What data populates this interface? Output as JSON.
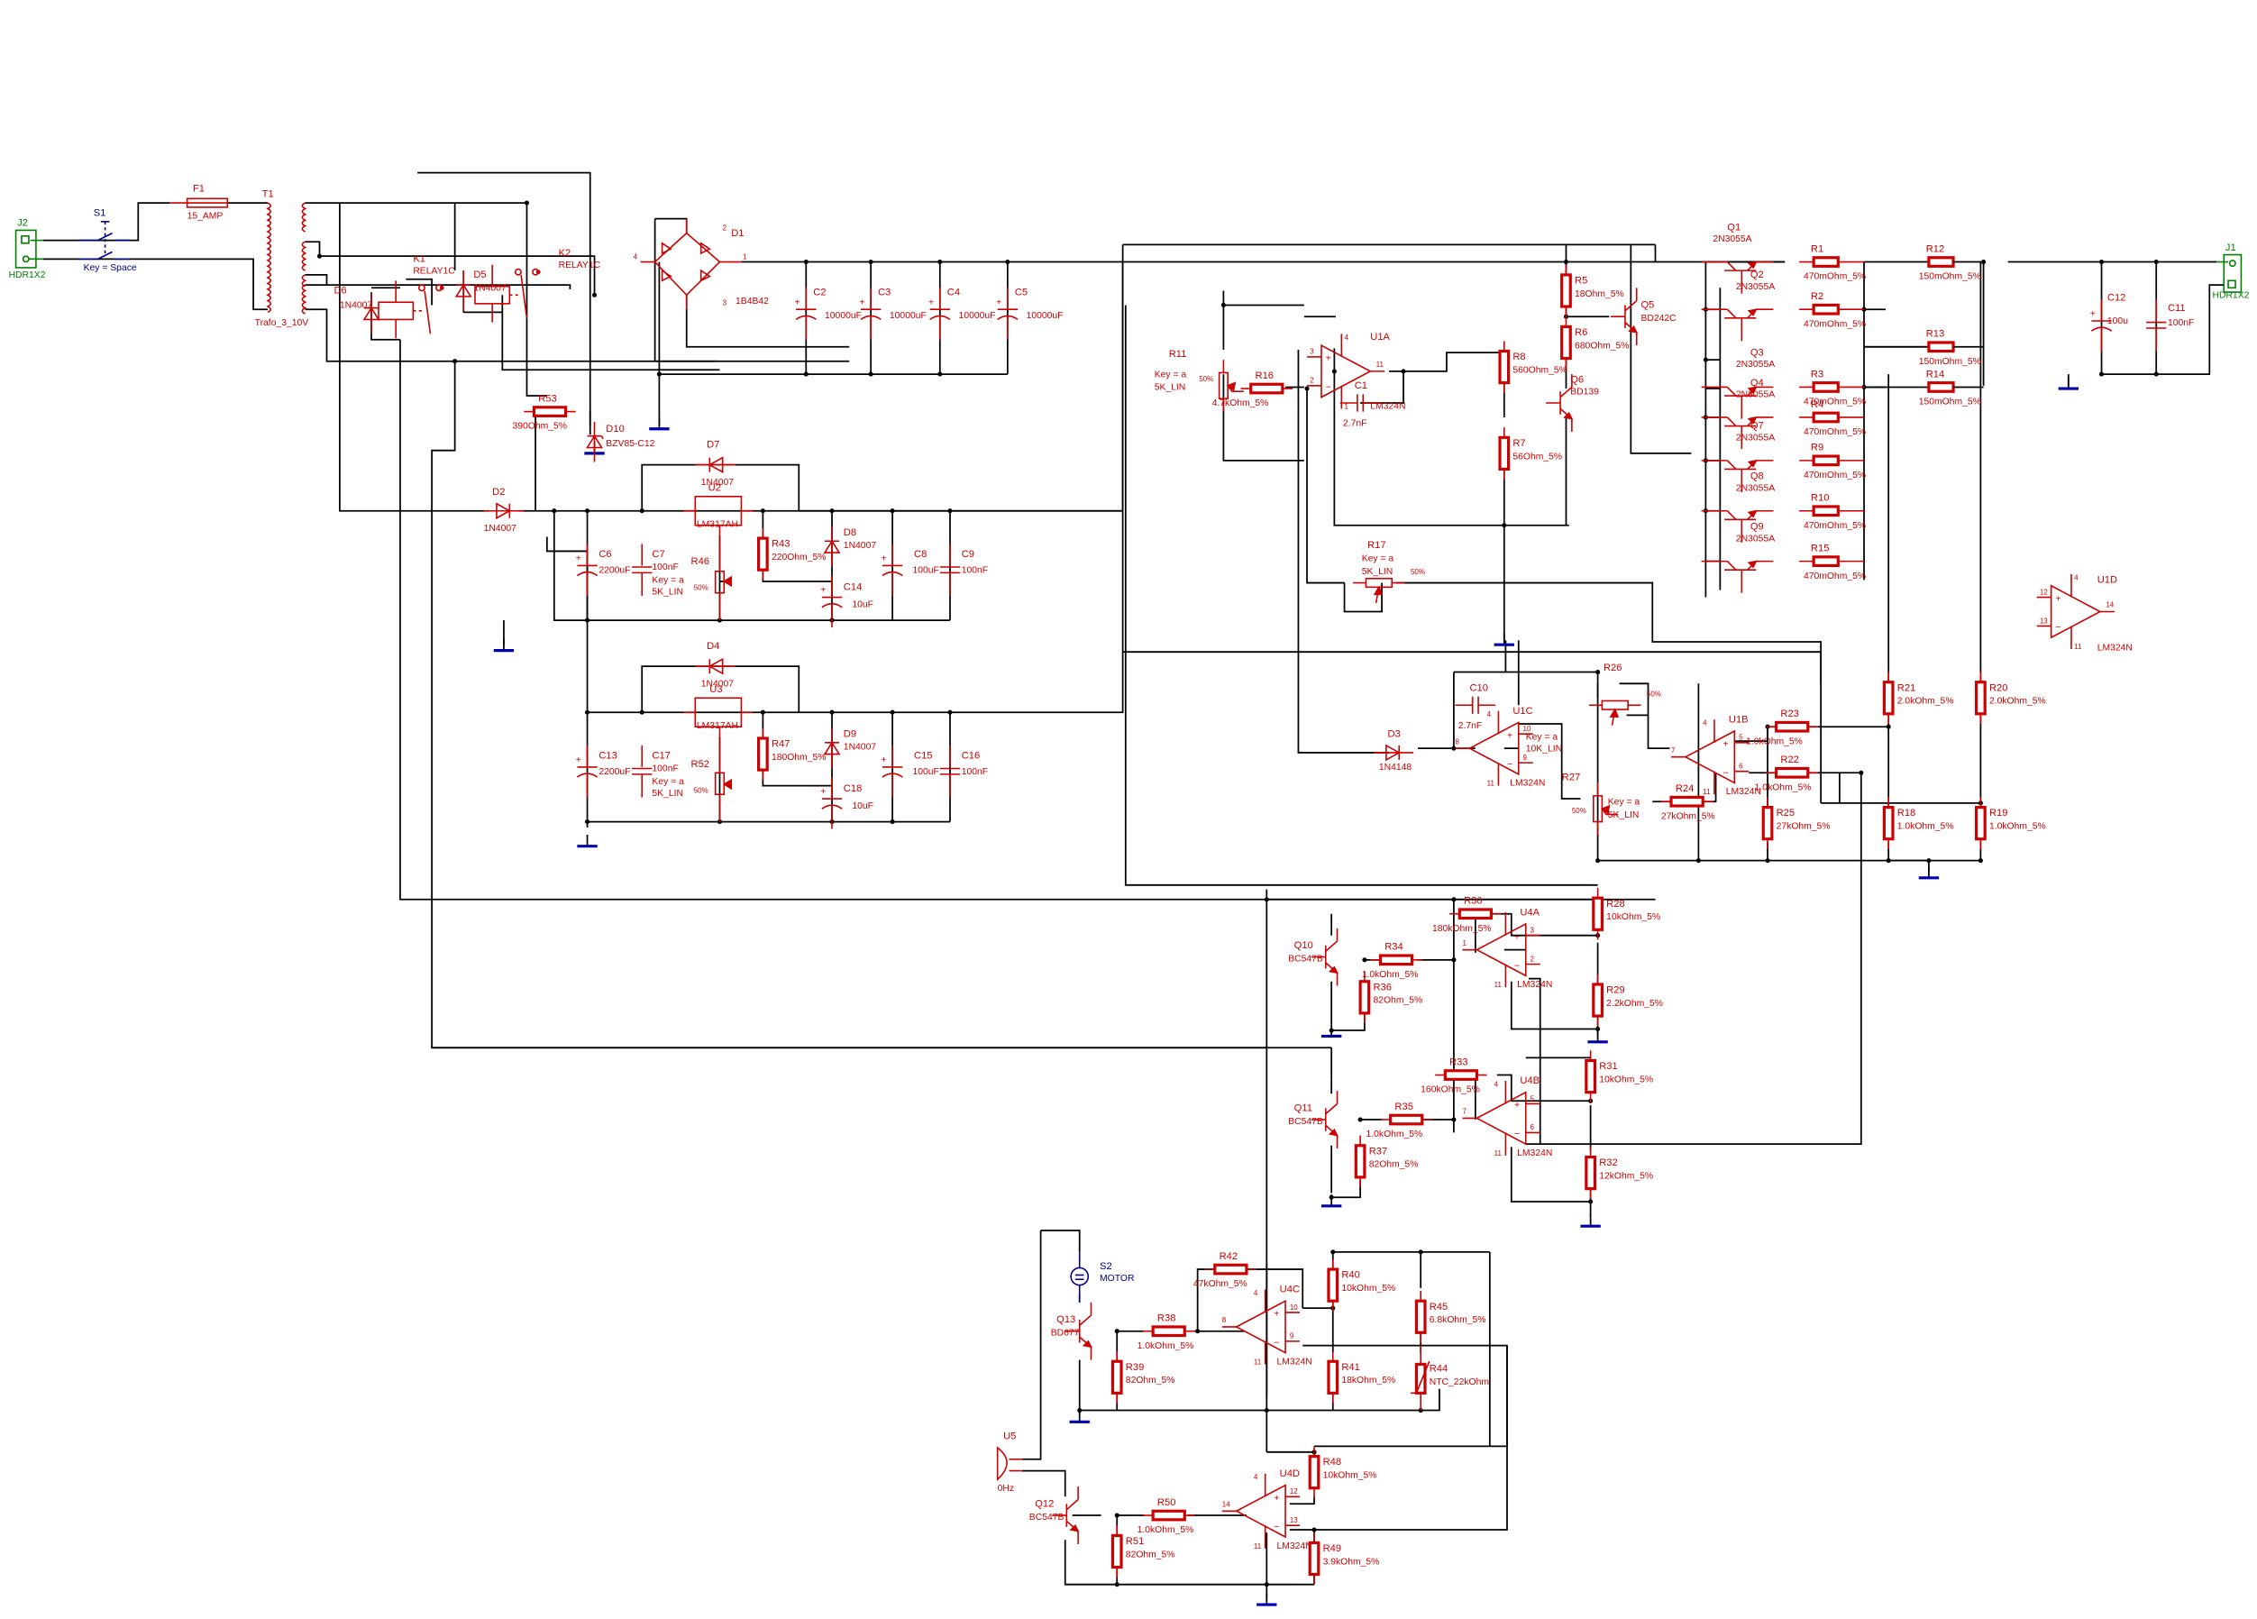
{
  "title": "Lab power supply schematic",
  "colors": {
    "component": "#cc0000",
    "wire": "#000000",
    "ground": "#0000aa",
    "connector": "#008000",
    "switch": "#00008b"
  },
  "input": {
    "J2": {
      "ref": "J2",
      "value": "HDR1X2"
    },
    "S1": {
      "ref": "S1",
      "value": "Key = Space"
    },
    "F1": {
      "ref": "F1",
      "value": "15_AMP"
    },
    "T1": {
      "ref": "T1",
      "value": "Trafo_3_10V"
    },
    "K1": {
      "ref": "K1",
      "value": "RELAY1C"
    },
    "K2": {
      "ref": "K2",
      "value": "RELAY1C"
    },
    "D5": {
      "ref": "D5",
      "value": "1N4007"
    },
    "D6": {
      "ref": "D6",
      "value": "1N4007"
    },
    "D1": {
      "ref": "D1",
      "value": "1B4B42",
      "pins": [
        "1",
        "2",
        "3",
        "4"
      ]
    },
    "R53": {
      "ref": "R53",
      "value": "390Ohm_5%"
    },
    "D10": {
      "ref": "D10",
      "value": "BZV85-C12"
    },
    "D2": {
      "ref": "D2",
      "value": "1N4007"
    }
  },
  "bulk_caps": [
    {
      "ref": "C2",
      "value": "10000uF"
    },
    {
      "ref": "C3",
      "value": "10000uF"
    },
    {
      "ref": "C4",
      "value": "10000uF"
    },
    {
      "ref": "C5",
      "value": "10000uF"
    }
  ],
  "regulator1": {
    "D7": {
      "ref": "D7",
      "value": "1N4007"
    },
    "U2": {
      "ref": "U2",
      "value": "LM317AH"
    },
    "C6": {
      "ref": "C6",
      "value": "2200uF"
    },
    "C7": {
      "ref": "C7",
      "value": "100nF"
    },
    "R46": {
      "ref": "R46",
      "key": "Key = a",
      "value": "5K_LIN",
      "pct": "50%"
    },
    "R43": {
      "ref": "R43",
      "value": "220Ohm_5%"
    },
    "D8": {
      "ref": "D8",
      "value": "1N4007"
    },
    "C14": {
      "ref": "C14",
      "value": "10uF"
    },
    "C8": {
      "ref": "C8",
      "value": "100uF"
    },
    "C9": {
      "ref": "C9",
      "value": "100nF"
    }
  },
  "regulator2": {
    "D4": {
      "ref": "D4",
      "value": "1N4007"
    },
    "U3": {
      "ref": "U3",
      "value": "LM317AH"
    },
    "C13": {
      "ref": "C13",
      "value": "2200uF"
    },
    "C17": {
      "ref": "C17",
      "value": "100nF"
    },
    "R52": {
      "ref": "R52",
      "key": "Key = a",
      "value": "5K_LIN",
      "pct": "50%"
    },
    "R47": {
      "ref": "R47",
      "value": "180Ohm_5%"
    },
    "D9": {
      "ref": "D9",
      "value": "1N4007"
    },
    "C18": {
      "ref": "C18",
      "value": "10uF"
    },
    "C15": {
      "ref": "C15",
      "value": "100uF"
    },
    "C16": {
      "ref": "C16",
      "value": "100nF"
    }
  },
  "control": {
    "R11": {
      "ref": "R11",
      "key": "Key = a",
      "value": "5K_LIN",
      "pct": "50%"
    },
    "R16": {
      "ref": "R16",
      "value": "4.7kOhm_5%"
    },
    "U1A": {
      "ref": "U1A",
      "value": "LM324N",
      "pins": [
        "4",
        "3",
        "2",
        "11",
        "1"
      ]
    },
    "C1": {
      "ref": "C1",
      "value": "2.7nF"
    },
    "R8": {
      "ref": "R8",
      "value": "560Ohm_5%"
    },
    "R7": {
      "ref": "R7",
      "value": "56Ohm_5%"
    },
    "R5": {
      "ref": "R5",
      "value": "18Ohm_5%"
    },
    "R6": {
      "ref": "R6",
      "value": "680Ohm_5%"
    },
    "Q5": {
      "ref": "Q5",
      "value": "BD242C"
    },
    "Q6": {
      "ref": "Q6",
      "value": "BD139"
    },
    "R17": {
      "ref": "R17",
      "key": "Key = a",
      "value": "5K_LIN",
      "pct": "50%"
    }
  },
  "pass_transistors": [
    {
      "q": "Q1",
      "qval": "2N3055A",
      "r": "R1",
      "rval": "470mOhm_5%"
    },
    {
      "q": "Q2",
      "qval": "2N3055A",
      "r": "R2",
      "rval": "470mOhm_5%"
    },
    {
      "q": "Q3",
      "qval": "2N3055A",
      "r": "R3",
      "rval": "470mOhm_5%"
    },
    {
      "q": "Q4",
      "qval": "2N3055A",
      "r": "R4",
      "rval": "470mOhm_5%"
    },
    {
      "q": "Q7",
      "qval": "2N3055A",
      "r": "R9",
      "rval": "470mOhm_5%"
    },
    {
      "q": "Q8",
      "qval": "2N3055A",
      "r": "R10",
      "rval": "470mOhm_5%"
    },
    {
      "q": "Q9",
      "qval": "2N3055A",
      "r": "R15",
      "rval": "470mOhm_5%"
    }
  ],
  "shunts": [
    {
      "ref": "R12",
      "value": "150mOhm_5%"
    },
    {
      "ref": "R13",
      "value": "150mOhm_5%"
    },
    {
      "ref": "R14",
      "value": "150mOhm_5%"
    }
  ],
  "output": {
    "C12": {
      "ref": "C12",
      "value": "100u"
    },
    "C11": {
      "ref": "C11",
      "value": "100nF"
    },
    "J1": {
      "ref": "J1",
      "value": "HDR1X2"
    }
  },
  "current_limit": {
    "C10": {
      "ref": "C10",
      "value": "2.7nF"
    },
    "D3": {
      "ref": "D3",
      "value": "1N4148"
    },
    "U1C": {
      "ref": "U1C",
      "value": "LM324N",
      "key": "Key = a",
      "pot": "10K_LIN",
      "pins": [
        "4",
        "10",
        "9",
        "8",
        "11"
      ]
    },
    "R26": {
      "ref": "R26",
      "pct": "50%"
    },
    "R27": {
      "ref": "R27",
      "key": "Key = a",
      "value": "5K_LIN",
      "pct": "50%"
    },
    "U1B": {
      "ref": "U1B",
      "value": "LM324N",
      "pins": [
        "4",
        "5",
        "6",
        "7",
        "11"
      ]
    },
    "R24": {
      "ref": "R24",
      "value": "27kOhm_5%"
    },
    "R23": {
      "ref": "R23",
      "value": "1.0kOhm_5%"
    },
    "R22": {
      "ref": "R22",
      "value": "1.0kOhm_5%"
    },
    "R25": {
      "ref": "R25",
      "value": "27kOhm_5%"
    },
    "R21": {
      "ref": "R21",
      "value": "2.0kOhm_5%"
    },
    "R20": {
      "ref": "R20",
      "value": "2.0kOhm_5%"
    },
    "R18": {
      "ref": "R18",
      "value": "1.0kOhm_5%"
    },
    "R19": {
      "ref": "R19",
      "value": "1.0kOhm_5%"
    },
    "U1D": {
      "ref": "U1D",
      "value": "LM324N",
      "pins": [
        "4",
        "12",
        "13",
        "14",
        "11"
      ]
    }
  },
  "relay_drivers": {
    "Q10": {
      "ref": "Q10",
      "value": "BC547B"
    },
    "R34": {
      "ref": "R34",
      "value": "1.0kOhm_5%"
    },
    "R36": {
      "ref": "R36",
      "value": "82Ohm_5%"
    },
    "R30": {
      "ref": "R30",
      "value": "180kOhm_5%"
    },
    "U4A": {
      "ref": "U4A",
      "value": "LM324N",
      "pins": [
        "3",
        "2",
        "1",
        "11"
      ]
    },
    "R28": {
      "ref": "R28",
      "value": "10kOhm_5%"
    },
    "R29": {
      "ref": "R29",
      "value": "2.2kOhm_5%"
    },
    "Q11": {
      "ref": "Q11",
      "value": "BC547B"
    },
    "R35": {
      "ref": "R35",
      "value": "1.0kOhm_5%"
    },
    "R37": {
      "ref": "R37",
      "value": "82Ohm_5%"
    },
    "R33": {
      "ref": "R33",
      "value": "160kOhm_5%"
    },
    "U4B": {
      "ref": "U4B",
      "value": "LM324N",
      "pins": [
        "4",
        "5",
        "6",
        "7",
        "11"
      ]
    },
    "R31": {
      "ref": "R31",
      "value": "10kOhm_5%"
    },
    "R32": {
      "ref": "R32",
      "value": "12kOhm_5%"
    }
  },
  "fan_control": {
    "S2": {
      "ref": "S2",
      "value": "MOTOR"
    },
    "Q13": {
      "ref": "Q13",
      "value": "BD677"
    },
    "R38": {
      "ref": "R38",
      "value": "1.0kOhm_5%"
    },
    "R39": {
      "ref": "R39",
      "value": "82Ohm_5%"
    },
    "R42": {
      "ref": "R42",
      "value": "47kOhm_5%"
    },
    "U4C": {
      "ref": "U4C",
      "value": "LM324N",
      "pins": [
        "4",
        "10",
        "9",
        "8",
        "11"
      ]
    },
    "R40": {
      "ref": "R40",
      "value": "10kOhm_5%"
    },
    "R41": {
      "ref": "R41",
      "value": "18kOhm_5%"
    },
    "R45": {
      "ref": "R45",
      "value": "6.8kOhm_5%"
    },
    "R44": {
      "ref": "R44",
      "value": "NTC_22kOhm"
    }
  },
  "alarm": {
    "U5": {
      "ref": "U5",
      "value": "0Hz"
    },
    "Q12": {
      "ref": "Q12",
      "value": "BC547B"
    },
    "R50": {
      "ref": "R50",
      "value": "1.0kOhm_5%"
    },
    "R51": {
      "ref": "R51",
      "value": "82Ohm_5%"
    },
    "U4D": {
      "ref": "U4D",
      "value": "LM324N",
      "pins": [
        "4",
        "12",
        "13",
        "14",
        "11"
      ]
    },
    "R48": {
      "ref": "R48",
      "value": "10kOhm_5%"
    },
    "R49": {
      "ref": "R49",
      "value": "3.9kOhm_5%"
    }
  }
}
